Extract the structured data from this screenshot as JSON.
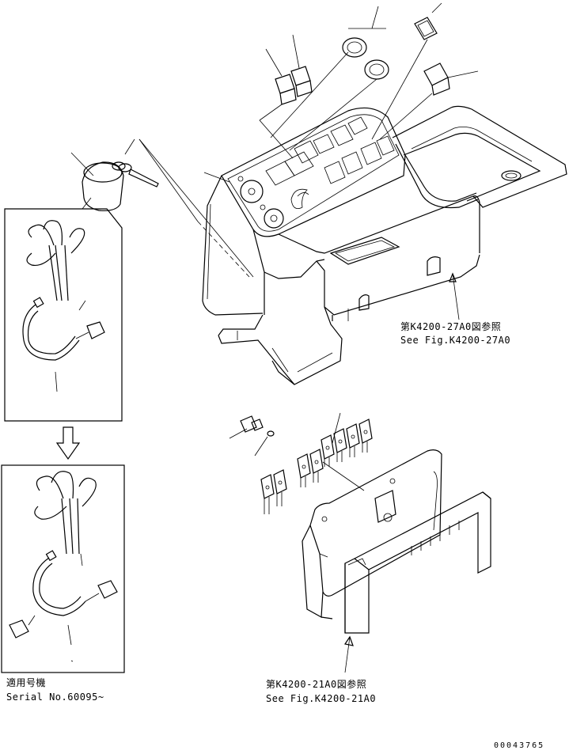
{
  "references": {
    "upper_jp": "第K4200-27A0図参照",
    "upper_en": "See Fig.K4200-27A0",
    "lower_jp": "第K4200-21A0図参照",
    "lower_en": "See Fig.K4200-21A0"
  },
  "serial": {
    "jp": "適用号機",
    "en": "Serial No.60095~"
  },
  "drawing_number": "00043765",
  "icons": {
    "arrow": "down-arrow-icon"
  }
}
